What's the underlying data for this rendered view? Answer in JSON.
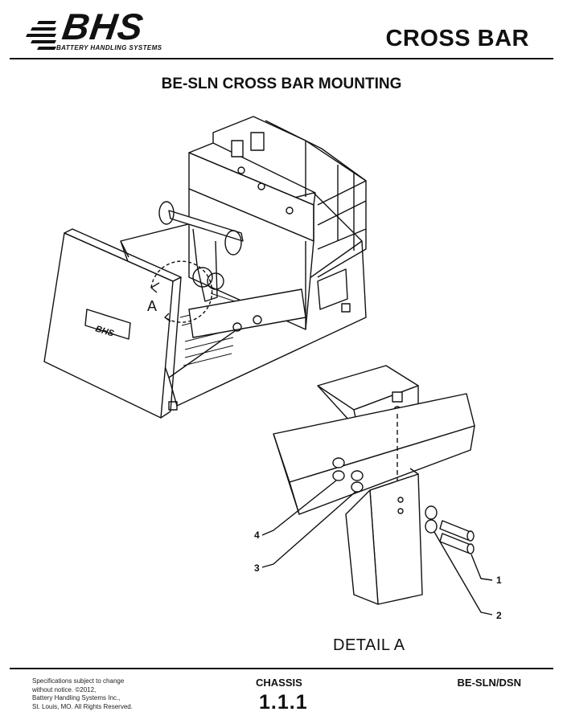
{
  "header": {
    "logo_word": "BHS",
    "logo_tagline": "BATTERY HANDLING SYSTEMS",
    "page_title": "CROSS BAR"
  },
  "drawing": {
    "title": "BE-SLN CROSS BAR MOUNTING",
    "view_marker": "A",
    "detail_label": "DETAIL  A",
    "callouts": [
      "1",
      "2",
      "3",
      "4"
    ],
    "nameplate_text": "BHS"
  },
  "footer": {
    "disclaimer_lines": [
      "Specifications subject to change",
      "without notice. ©2012,",
      "Battery Handling Systems Inc.,",
      "St. Louis, MO. All Rights Reserved."
    ],
    "section": "CHASSIS",
    "section_number": "1.1.1",
    "model": "BE-SLN/DSN"
  }
}
